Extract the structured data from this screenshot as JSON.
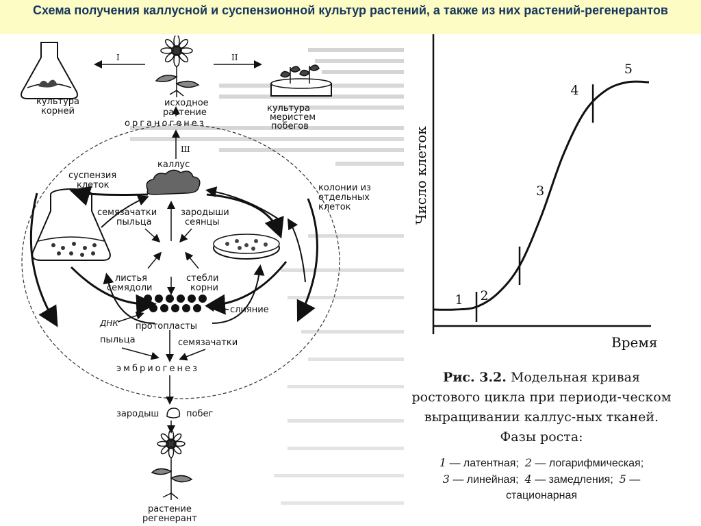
{
  "title": "Схема получения каллусной и суспензионной культур растений, а также из них растений-регенерантов",
  "scheme": {
    "roman_1": "I",
    "roman_2": "II",
    "roman_3": "Ш",
    "root_culture": [
      "культура",
      "корней"
    ],
    "source_plant": [
      "исходное",
      "растение"
    ],
    "meristem_culture": [
      "культура",
      "меристем",
      "побегов"
    ],
    "organogenesis": "органогенез",
    "callus": "каллус",
    "suspension": [
      "суспензия",
      "клеток"
    ],
    "colonies": [
      "колонии из",
      "отдельных",
      "клеток"
    ],
    "pollen_mother_cells": [
      "семязачатки",
      "пыльца"
    ],
    "seedling_embryos": [
      "зародыши",
      "сеянцы"
    ],
    "leaves_cotyledons": [
      "листья",
      "семядоли"
    ],
    "stems_roots": [
      "стебли",
      "корни"
    ],
    "protoplasts": "протопласты",
    "dna": "ДНК",
    "fusion": "слияние",
    "pollen": "пыльца",
    "ovules": "семязачатки",
    "embryogenesis": "эмбриогенез",
    "embryo": "зародыш",
    "shoot": "побег",
    "regenerant": [
      "растение",
      "регенерант"
    ]
  },
  "chart_data": {
    "type": "line",
    "title": "",
    "xlabel": "Время",
    "ylabel": "Число клеток",
    "series": [
      {
        "values": [
          0.06,
          0.06,
          0.07,
          0.12,
          0.22,
          0.4,
          0.62,
          0.78,
          0.86,
          0.89,
          0.89
        ]
      }
    ],
    "phase_markers": [
      "1",
      "2",
      "3",
      "4",
      "5"
    ]
  },
  "caption": {
    "lead": "Рис. 3.2.",
    "text": "Модельная кривая ростового цикла при периоди-ческом выращивании каллус-ных тканей. Фазы роста:"
  },
  "legend": {
    "p1_num": "1",
    "p1_name": "латентная;",
    "p2_num": "2",
    "p2_name": "логарифмическая;",
    "p3_num": "3",
    "p3_name": "линейная;",
    "p4_num": "4",
    "p4_name": "замедления;",
    "p5_num": "5",
    "p5_name": "стационарная"
  }
}
